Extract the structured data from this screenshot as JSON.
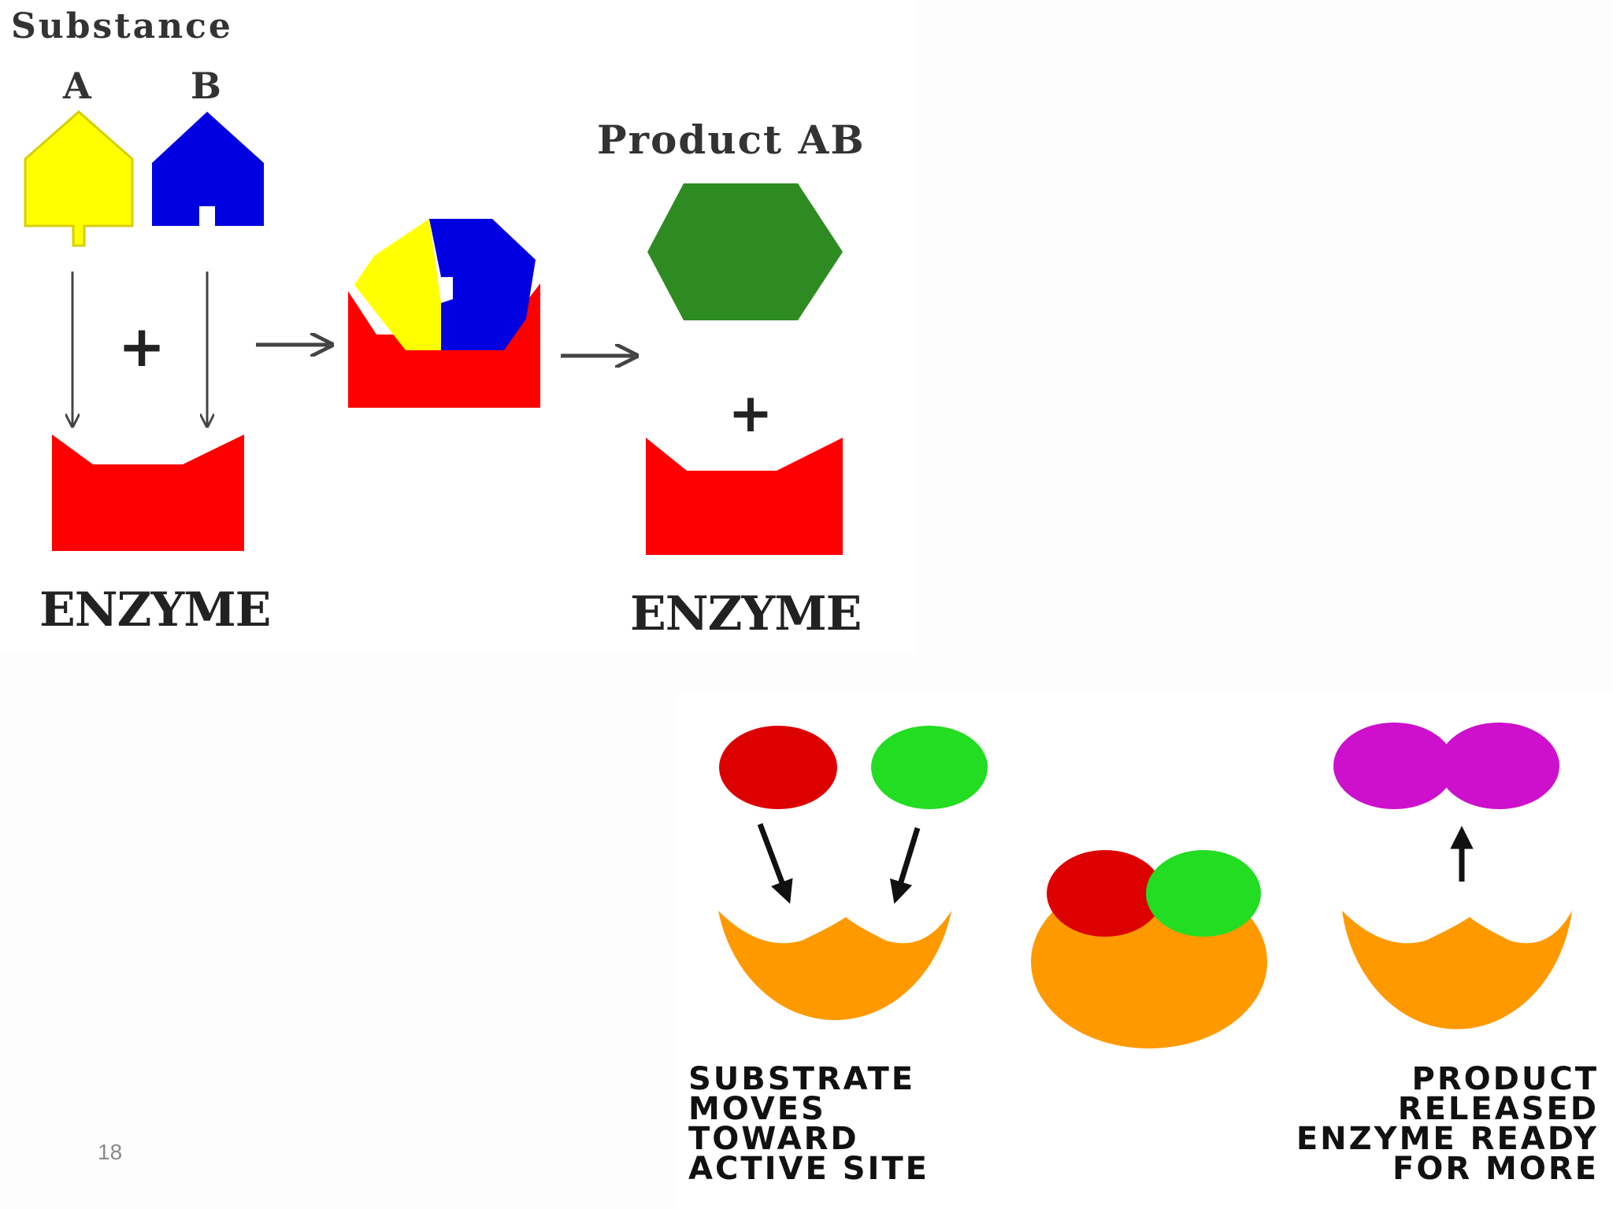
{
  "diagram_top": {
    "substance_label": "Substance",
    "substance_a_label": "A",
    "substance_b_label": "B",
    "product_label": "Product AB",
    "enzyme_label_left": "ENZYME",
    "enzyme_label_right": "ENZYME",
    "plus_sign": "+",
    "colors": {
      "substance_a": "#ffff00",
      "substance_b": "#0000e0",
      "enzyme": "#ff0000",
      "product": "#2e8b22"
    }
  },
  "diagram_bottom": {
    "caption_left": "SUBSTRATE\nMOVES\nTOWARD\nACTIVE SITE",
    "caption_right": "PRODUCT\nRELEASED\nENZYME READY\nFOR MORE",
    "colors": {
      "substrate_red": "#dd0000",
      "substrate_green": "#22dd22",
      "product": "#cc10cc",
      "enzyme": "#ff9900"
    }
  },
  "slide_number": "18"
}
